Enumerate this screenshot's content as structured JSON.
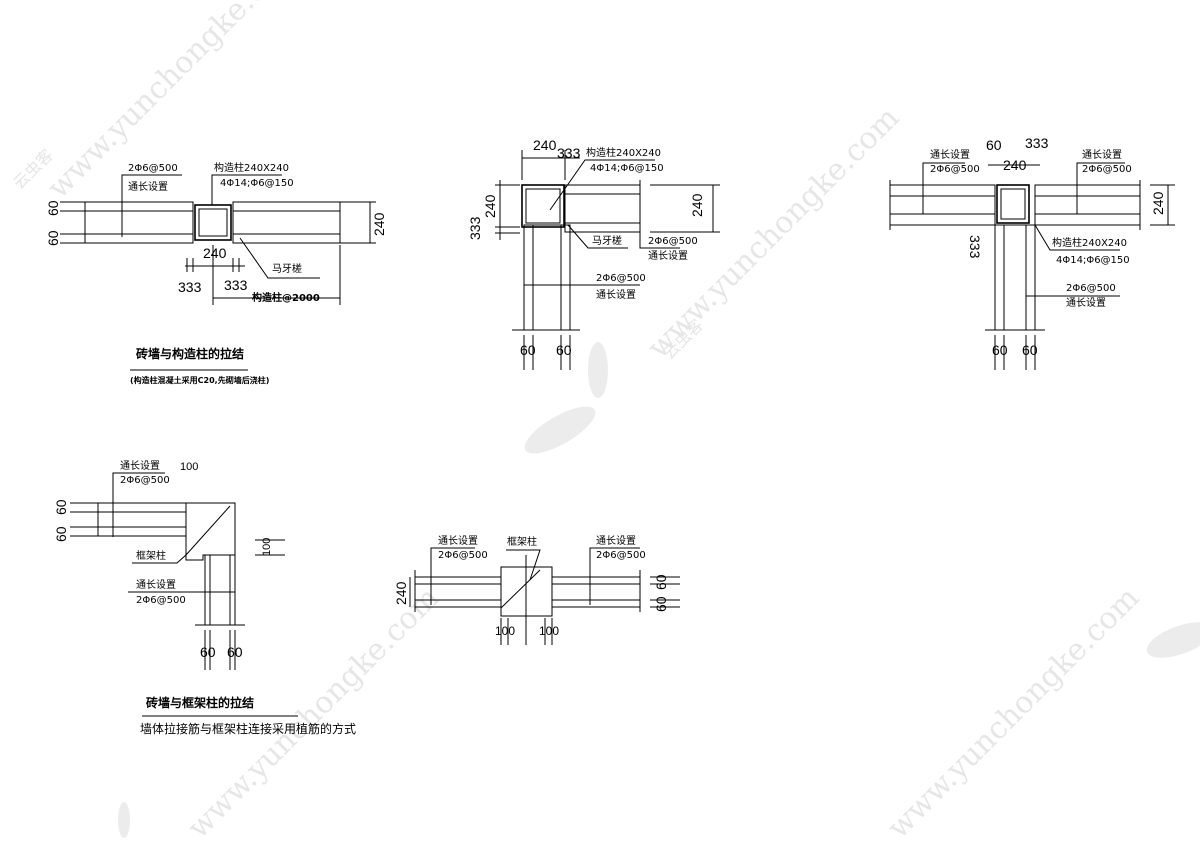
{
  "watermark": {
    "url": "www.yunchongke.com",
    "brand": "云虫客"
  },
  "detail1": {
    "rebar_top": "2Φ6@500",
    "rebar_top_note": "通长设置",
    "column": "构造柱240X240",
    "column_bars": "4Φ14;Φ6@150",
    "dim_top": "60",
    "dim_bottom": "60",
    "dim_right": "240",
    "dim_col": "240",
    "dim_left_tooth": "333",
    "dim_right_tooth": "333",
    "tooth": "马牙槎",
    "spacing": "构造柱@2000",
    "title": "砖墙与构造柱的拉结",
    "subtitle": "(构造柱混凝土采用C20,先砌墙后浇柱)"
  },
  "detail2": {
    "dim_top": "240",
    "dim_top2": "333",
    "column": "构造柱240X240",
    "column_bars": "4Φ14;Φ6@150",
    "dim_left1": "333",
    "dim_left2": "240",
    "dim_right": "240",
    "tooth": "马牙槎",
    "rebar_h": "2Φ6@500",
    "rebar_h_note": "通长设置",
    "rebar_v": "2Φ6@500",
    "rebar_v_note": "通长设置",
    "dim_bottom1": "60",
    "dim_bottom2": "60"
  },
  "detail3": {
    "left_note": "通长设置",
    "left_rebar": "2Φ6@500",
    "dim_60": "60",
    "dim_240": "240",
    "dim_333": "333",
    "right_note": "通长设置",
    "right_rebar": "2Φ6@500",
    "dim_right": "240",
    "dim_left_tooth": "333",
    "column": "构造柱240X240",
    "column_bars": "4Φ14;Φ6@150",
    "rebar_v": "2Φ6@500",
    "rebar_v_note": "通长设置",
    "dim_bottom1": "60",
    "dim_bottom2": "60"
  },
  "detail4": {
    "rebar_note": "通长设置",
    "rebar": "2Φ6@500",
    "dim_top": "100",
    "dim_left1": "60",
    "dim_left2": "60",
    "frame_column": "框架柱",
    "dim_right": "100",
    "rebar_v_note": "通长设置",
    "rebar_v": "2Φ6@500",
    "dim_bottom1": "60",
    "dim_bottom2": "60",
    "title": "砖墙与框架柱的拉结",
    "note": "墙体拉接筋与框架柱连接采用植筋的方式"
  },
  "detail5": {
    "left_note": "通长设置",
    "left_rebar": "2Φ6@500",
    "frame_column": "框架柱",
    "right_note": "通长设置",
    "right_rebar": "2Φ6@500",
    "dim_left": "240",
    "dim_right1": "60",
    "dim_right2": "60",
    "dim_bottom1": "100",
    "dim_bottom2": "100"
  }
}
